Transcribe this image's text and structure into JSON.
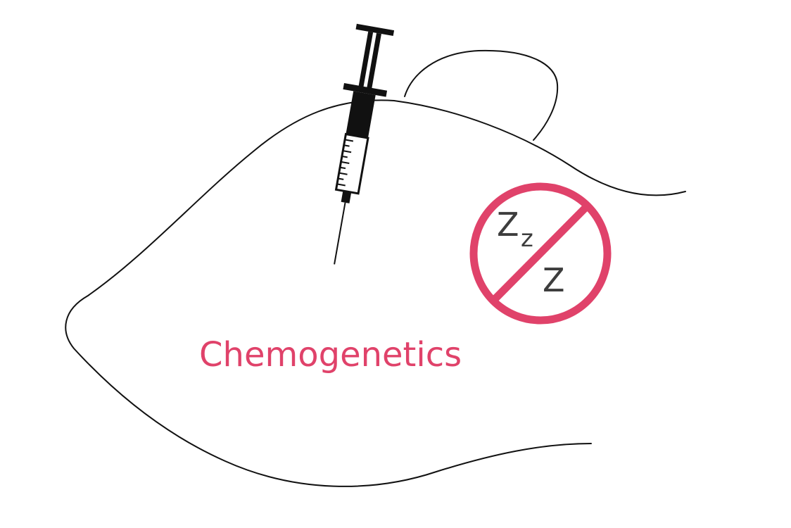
{
  "label": {
    "text": "Chemogenetics"
  },
  "no_sleep": {
    "letters": [
      "Z",
      "z",
      "Z"
    ]
  },
  "colors": {
    "accent": "#e0426a",
    "outline": "#111111",
    "syringe": "#111111",
    "zz_text": "#3d3d3d",
    "background": "#ffffff"
  },
  "icons": {
    "syringe": "syringe-icon",
    "no_sleep": "no-sleep-icon"
  }
}
